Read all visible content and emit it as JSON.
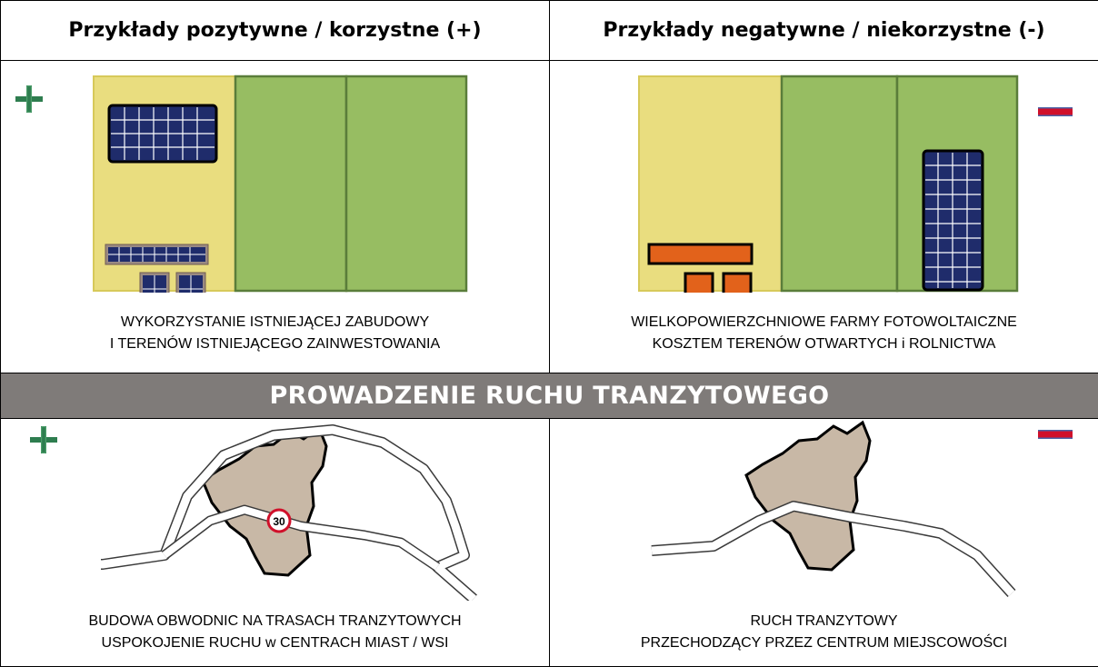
{
  "header": {
    "positive_title": "Przykłady pozytywne / korzystne (+)",
    "negative_title": "Przykłady negatywne / niekorzystne (-)"
  },
  "section1": {
    "positive_caption_line1": "WYKORZYSTANIE ISTNIEJĄCEJ ZABUDOWY",
    "positive_caption_line2": "I TERENÓW ISTNIEJĄCEGO ZAINWESTOWANIA",
    "negative_caption_line1": "WIELKOPOWIERZCHNIOWE FARMY FOTOWOLTAICZNE",
    "negative_caption_line2": "KOSZTEM TERENÓW OTWARTYCH i ROLNICTWA"
  },
  "band": {
    "title": "PROWADZENIE RUCHU TRANZYTOWEGO"
  },
  "section2": {
    "positive_caption_line1": "BUDOWA OBWODNIC NA TRASACH TRANZYTOWYCH",
    "positive_caption_line2": "USPOKOJENIE RUCHU w CENTRACH MIAST / WSI",
    "negative_caption_line1": "RUCH TRANZYTOWY",
    "negative_caption_line2": "PRZECHODZĄCY PRZEZ CENTRUM MIEJSCOWOŚCI",
    "speed_sign": "30"
  },
  "colors": {
    "plus": "#2e7d4f",
    "minus": "#d0102a",
    "built_area": "#e9dd7f",
    "field": "#97bd62",
    "panel": "#1f2c6b",
    "building": "#e2621b",
    "town": "#c8b8a6",
    "band": "#7f7b79"
  },
  "icons": [
    "plus-icon",
    "minus-icon"
  ]
}
